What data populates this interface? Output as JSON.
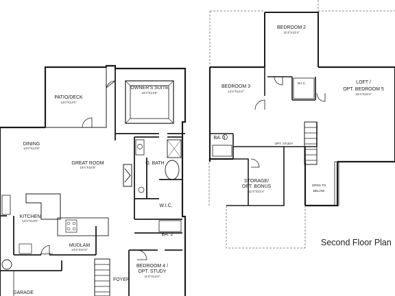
{
  "colors": {
    "wall": "#1a1a1a",
    "fixture": "#444444",
    "dashed": "#666666",
    "background": "#ffffff"
  },
  "caption": "Second Floor Plan",
  "rooms": {
    "patio": {
      "name": "PATIO/DECK",
      "dim": "14'0\"X12'0\""
    },
    "owners_suite": {
      "name": "OWNER'S SUITE",
      "dim": "15'4\"X14'8\""
    },
    "dining": {
      "name": "DINING",
      "dim": "12'0\"X13'8\""
    },
    "great_room": {
      "name": "GREAT ROOM",
      "dim": "15'4\"X16'8\""
    },
    "o_bath": {
      "name": "O. BATH"
    },
    "wic": {
      "name": "W.I.C."
    },
    "kitchen": {
      "name": "KITCHEN",
      "dim": "12'4\"X13'0\""
    },
    "mudroom": {
      "name": "MUDLAM",
      "dim": "10'4\"X10'4\""
    },
    "pantry": {
      "name": "PANTRY"
    },
    "ba2": {
      "name": "BA. 2"
    },
    "foyer": {
      "name": "FOYER"
    },
    "bedroom4": {
      "name": "BEDROOM 4 /",
      "name2": "OPT. STUDY",
      "dim": "11'0\"X12'0\""
    },
    "garage": {
      "name": "GARAGE"
    },
    "bedroom2": {
      "name": "BEDROOM 2",
      "dim": "11'4\"X13'4\""
    },
    "bedroom3": {
      "name": "BEDROOM 3",
      "dim": "12'4\"X14'4\""
    },
    "wic2": {
      "name": "W.I.C."
    },
    "loft": {
      "name": "LOFT /",
      "name2": "OPT. BEDROOM 5",
      "dim": "15'4\"X16'4\""
    },
    "ba3": {
      "name": "BA. 3"
    },
    "opt_study": {
      "name": "OPT. STUDY"
    },
    "storage": {
      "name": "STORAGE/",
      "name2": "OPT. BONUS",
      "dim": "11'4\"X21'4\""
    },
    "open_below": {
      "name": "OPEN TO",
      "name2": "BELOW"
    }
  }
}
